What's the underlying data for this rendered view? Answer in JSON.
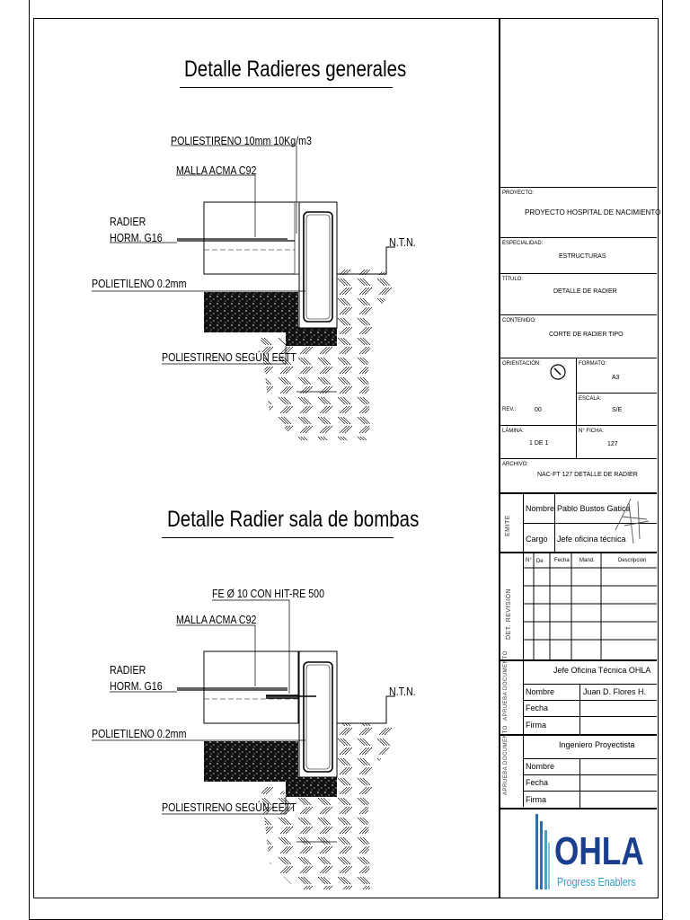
{
  "drawing1": {
    "title": "Detalle Radieres generales",
    "labels": {
      "poliestireno_top": "POLIESTIRENO 10mm 10Kg/m3",
      "malla": "MALLA ACMA C92",
      "radier": "RADIER",
      "horm": "HORM. G16",
      "ntn": "N.T.N.",
      "polietileno": "POLIETILENO 0.2mm",
      "poliestireno_bottom": "POLIESTIRENO SEGÚN EETT"
    }
  },
  "drawing2": {
    "title": "Detalle Radier sala de bombas",
    "labels": {
      "fe": "FE  Ø 10 CON HIT-RE 500",
      "malla": "MALLA ACMA C92",
      "radier": "RADIER",
      "horm": "HORM. G16",
      "ntn": "N.T.N.",
      "polietileno": "POLIETILENO 0.2mm",
      "poliestireno_bottom": "POLIESTIRENO SEGÚN EETT"
    }
  },
  "titleblock": {
    "proyecto_label": "PROYECTO:",
    "proyecto": "PROYECTO HOSPITAL DE NACIMIENTO",
    "especialidad_label": "ESPECIALIDAD:",
    "especialidad": "ESTRUCTURAS",
    "titulo_label": "TÍTULO:",
    "titulo": "DETALLE DE RADIER",
    "contenido_label": "CONTENIDO:",
    "contenido": "CORTE DE RADIER TIPO",
    "orientacion_label": "ORIENTACIÓN:",
    "formato_label": "FORMATO:",
    "formato": "A3",
    "escala_label": "ESCALA:",
    "escala": "S/E",
    "rev_label": "REV.:",
    "rev": "00",
    "lamina_label": "LÁMINA:",
    "lamina": "1 DE 1",
    "ficha_label": "N° FICHA:",
    "ficha": "127",
    "archivo_label": "ARCHIVO:",
    "archivo": "NAC-FT 127  DETALLE DE RADIER",
    "emite_side": "EMITE",
    "nombre_label": "Nombre",
    "nombre": "Pablo Bustos Gatica",
    "cargo_label": "Cargo",
    "cargo": "Jefe oficina técnica",
    "rev_side": "DET. REVISIÓN",
    "rev_headers": [
      "N°",
      "De",
      "Fecha",
      "Mand.",
      "Descripcion"
    ],
    "aprueba1_side": "APRUEBA DOCUMENTO",
    "aprueba1_title": "Jefe Oficina Técnica OHLA",
    "aprueba1_nombre_label": "Nombre",
    "aprueba1_nombre": "Juan D. Flores H.",
    "aprueba1_fecha_label": "Fecha",
    "aprueba1_firma_label": "Firma",
    "aprueba2_side": "APRUEBA DOCUMENTO",
    "aprueba2_title": "Ingeniero Proyectista",
    "aprueba2_nombre_label": "Nombre",
    "aprueba2_fecha_label": "Fecha",
    "aprueba2_firma_label": "Firma",
    "logo_text": "OHLA",
    "logo_tagline": "Progress Enablers",
    "logo_color": "#1a3f8f",
    "tagline_color": "#2aa0c8"
  }
}
